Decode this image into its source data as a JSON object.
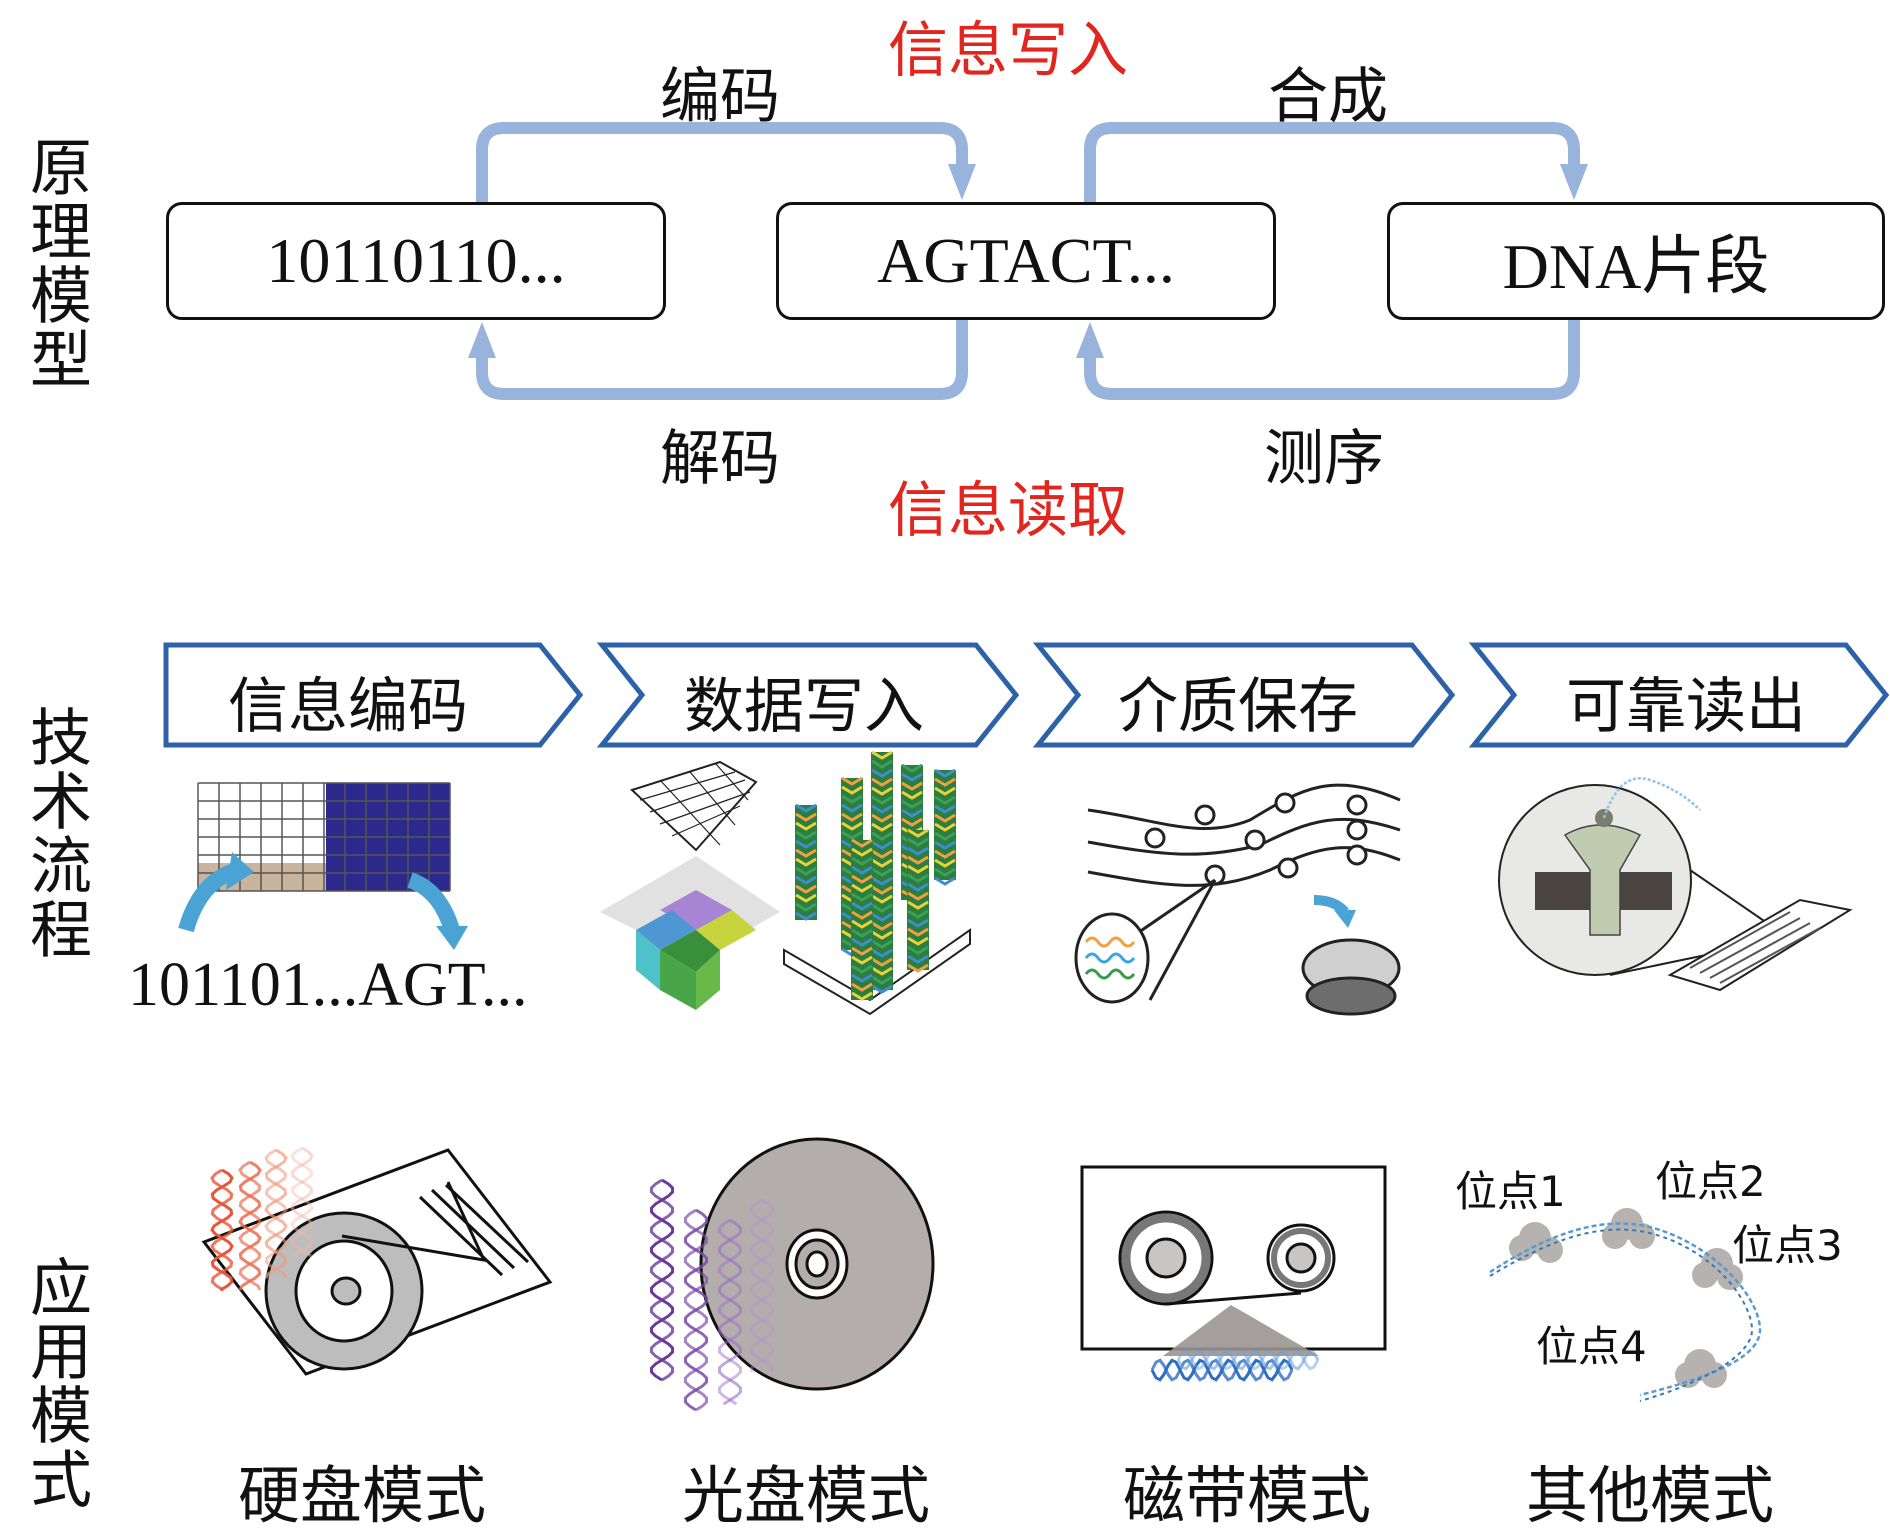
{
  "sections": {
    "principle": {
      "label": "原理模型"
    },
    "process": {
      "label": "技术流程"
    },
    "application": {
      "label": "应用模式"
    }
  },
  "principle_model": {
    "boxes": [
      "10110110...",
      "AGTACT...",
      "DNA片段"
    ],
    "arrows": {
      "encode": "编码",
      "synthesize": "合成",
      "decode": "解码",
      "sequence": "测序"
    },
    "write_label": "信息写入",
    "read_label": "信息读取",
    "colors": {
      "arrow": "#98b3dc",
      "highlight": "#e0261f",
      "box_border": "#111111"
    }
  },
  "process_flow": {
    "steps": [
      "信息编码",
      "数据写入",
      "介质保存",
      "可靠读出"
    ],
    "encoding_example": "101101...AGT...",
    "colors": {
      "chevron_border": "#2e62a8",
      "matrix_dark": "#2b2a8c",
      "matrix_tan": "#c9b49d",
      "arrow": "#4aa3d4"
    }
  },
  "application_modes": {
    "modes": [
      "硬盘模式",
      "光盘模式",
      "磁带模式",
      "其他模式"
    ],
    "sites": [
      "位点1",
      "位点2",
      "位点3",
      "位点4"
    ],
    "colors": {
      "hard_disk_dna": "#e8553a",
      "optical_dna": "#7a4aa8",
      "tape_dna": "#2f6fc0",
      "other_dna": "#5a9ad0",
      "gray": "#b3b0ae"
    }
  }
}
